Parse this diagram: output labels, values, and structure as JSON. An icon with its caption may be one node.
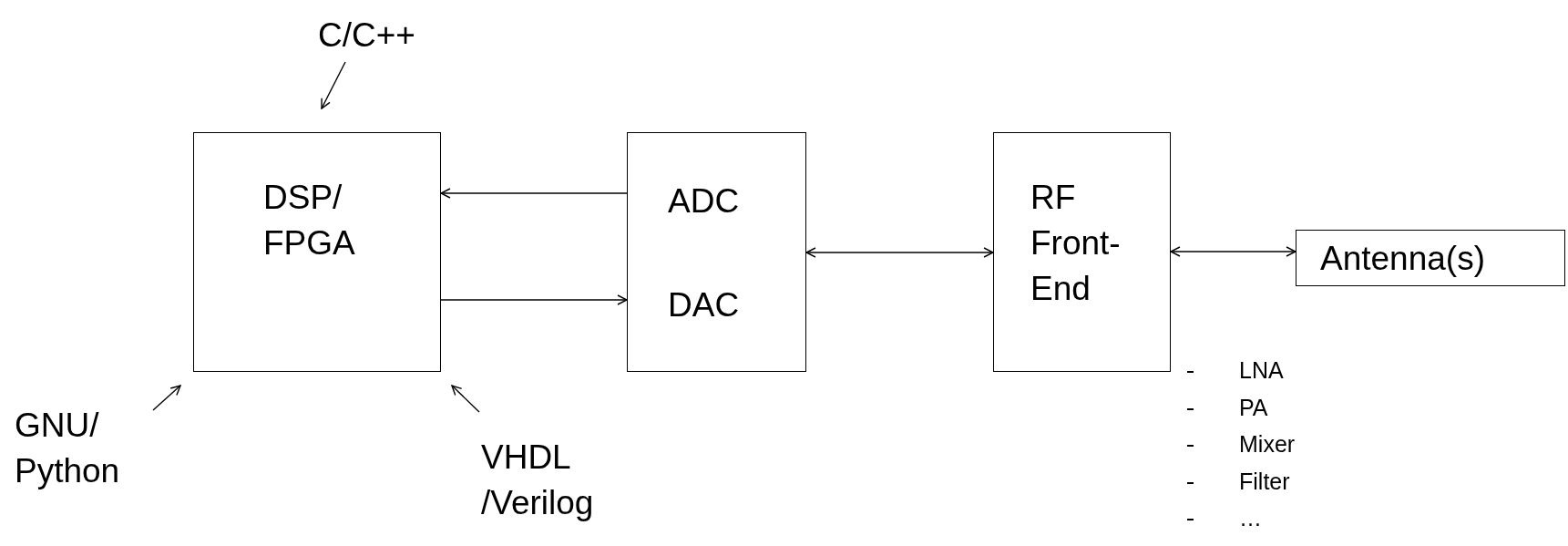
{
  "diagram": {
    "nodes": [
      {
        "text": [
          "C/C++"
        ]
      },
      {
        "text": [
          "DSP/ FPGA"
        ]
      },
      {
        "text": [
          "ADC",
          "DAC"
        ]
      },
      {
        "text": [
          "RF Front- End"
        ],
        "beside": [
          "LNA",
          "PA",
          "Mixer",
          "Filter",
          "…"
        ]
      },
      {
        "text": [
          "Antenna(s)"
        ]
      },
      {
        "text": [
          "GNU/ Python"
        ]
      },
      {
        "text": [
          "VHDL /Verilog"
        ]
      }
    ],
    "edges": [
      {
        "from": 0,
        "to": 1,
        "arrow": "to"
      },
      {
        "from": 2,
        "to": 1,
        "arrow": "to"
      },
      {
        "from": 1,
        "to": 2,
        "arrow": "to"
      },
      {
        "from": 2,
        "to": 3,
        "arrow": "both"
      },
      {
        "from": 3,
        "to": 4,
        "arrow": "both"
      },
      {
        "from": 5,
        "to": 1,
        "arrow": "to"
      },
      {
        "from": 6,
        "to": 1,
        "arrow": "to"
      }
    ]
  }
}
